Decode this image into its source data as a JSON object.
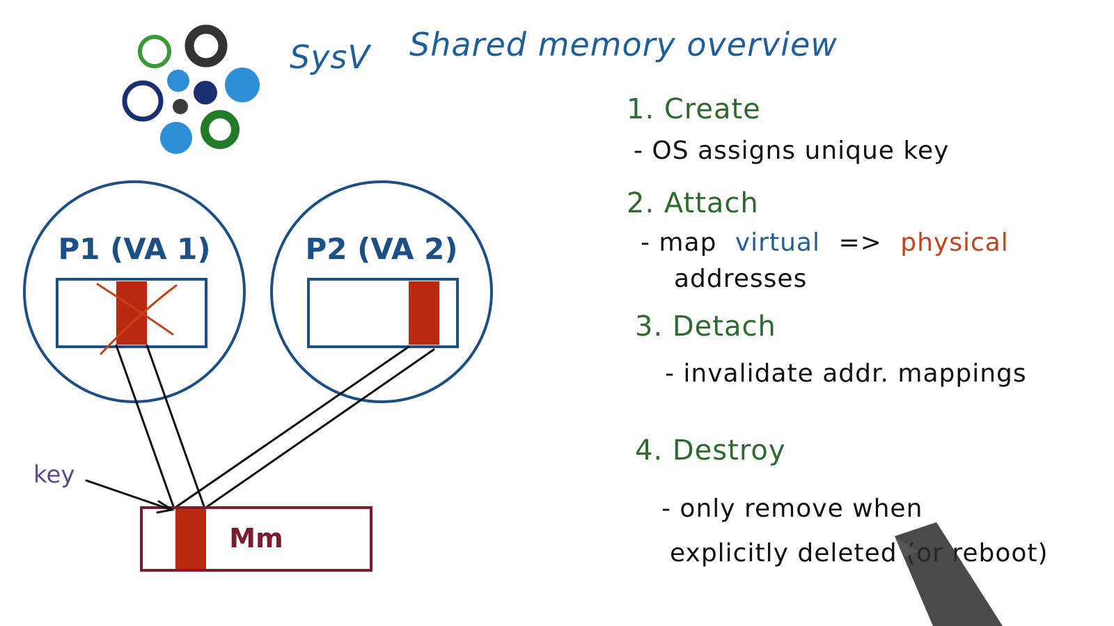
{
  "title": {
    "prefix": "SysV",
    "main": "Shared memory overview"
  },
  "colors": {
    "title_blue": "#1f5f99",
    "step_green": "#2e6a2e",
    "process_blue": "#1b4f86",
    "segment_red": "#bb2a10",
    "memory_maroon": "#7a1d2e",
    "key_purple": "#5b4a8a",
    "physical_orange": "#c4421a"
  },
  "logo": {
    "icon": "circles-logo-icon"
  },
  "diagram": {
    "process1_label": "P1 (VA 1)",
    "process2_label": "P2 (VA 2)",
    "memory_label": "Mm",
    "key_label": "key"
  },
  "steps": [
    {
      "heading": "1. Create",
      "lines": [
        "- OS assigns unique key"
      ]
    },
    {
      "heading": "2. Attach",
      "lines": [
        "- map",
        "virtual",
        "=>",
        "physical",
        "addresses"
      ]
    },
    {
      "heading": "3. Detach",
      "lines": [
        "- invalidate addr. mappings"
      ]
    },
    {
      "heading": "4. Destroy",
      "lines": [
        "- only remove when",
        "explicitly deleted (or reboot)"
      ]
    }
  ]
}
